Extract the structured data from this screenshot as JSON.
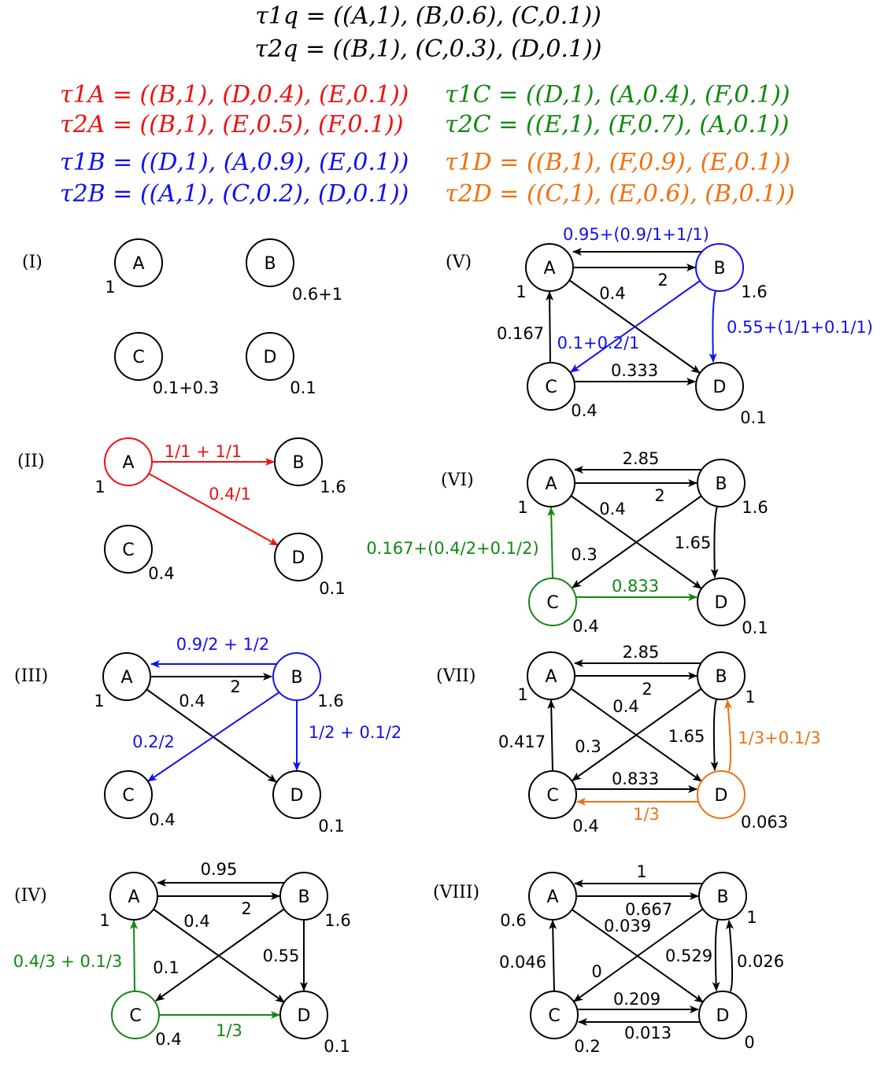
{
  "colors": {
    "black": "#000000",
    "A": "#ee1111",
    "B": "#1111ee",
    "C": "#118811",
    "D": "#f07010"
  },
  "header": {
    "q1": "τ1q = ((A,1), (B,0.6), (C,0.1))",
    "q2": "τ2q = ((B,1), (C,0.3), (D,0.1))"
  },
  "lists": {
    "A1": "τ1A = ((B,1), (D,0.4), (E,0.1))",
    "A2": "τ2A = ((B,1), (E,0.5), (F,0.1))",
    "B1": "τ1B = ((D,1), (A,0.9), (E,0.1))",
    "B2": "τ2B = ((A,1), (C,0.2), (D,0.1))",
    "C1": "τ1C = ((D,1), (A,0.4), (F,0.1))",
    "C2": "τ2C = ((E,1), (F,0.7), (A,0.1))",
    "D1": "τ1D = ((B,1), (F,0.9), (E,0.1))",
    "D2": "τ2D = ((C,1), (E,0.6), (B,0.1))"
  },
  "steps": {
    "s1": "(I)",
    "s2": "(II)",
    "s3": "(III)",
    "s4": "(IV)",
    "s5": "(V)",
    "s6": "(VI)",
    "s7": "(VII)",
    "s8": "(VIII)"
  },
  "node_names": {
    "A": "A",
    "B": "B",
    "C": "C",
    "D": "D"
  },
  "p1": {
    "wA": "1",
    "wB": "0.6+1",
    "wC": "0.1+0.3",
    "wD": "0.1"
  },
  "p2": {
    "wA": "1",
    "wB": "1.6",
    "wC": "0.4",
    "wD": "0.1",
    "eAB": "1/1 + 1/1",
    "eAD": "0.4/1"
  },
  "p3": {
    "wA": "1",
    "wB": "1.6",
    "wC": "0.4",
    "wD": "0.1",
    "eBA": "0.9/2 + 1/2",
    "eAB": "2",
    "eAD": "0.4",
    "eBC": "0.2/2",
    "eBD": "1/2 + 0.1/2"
  },
  "p4": {
    "wA": "1",
    "wB": "1.6",
    "wC": "0.4",
    "wD": "0.1",
    "eBA": "0.95",
    "eAB": "2",
    "eAD": "0.4",
    "eBC": "0.1",
    "eBD": "0.55",
    "eCA": "0.4/3 + 0.1/3",
    "eCD": "1/3"
  },
  "p5": {
    "wA": "1",
    "wB": "1.6",
    "wC": "0.4",
    "wD": "0.1",
    "eBA": "0.95+(0.9/1+1/1)",
    "eAB": "2",
    "eAD": "0.4",
    "eCA": "0.167",
    "eBC": "0.1+0.2/1",
    "eBD": "0.55+(1/1+0.1/1)",
    "eCD": "0.333"
  },
  "p6": {
    "wA": "1",
    "wB": "1.6",
    "wC": "0.4",
    "wD": "0.1",
    "eBA": "2.85",
    "eAB": "2",
    "eAD": "0.4",
    "eBC": "0.3",
    "eBD": "1.65",
    "eCA": "0.167+(0.4/2+0.1/2)",
    "eCD": "0.833"
  },
  "p7": {
    "wA": "1",
    "wB": "1",
    "wC": "0.4",
    "wD": "0.063",
    "eBA": "2.85",
    "eAB": "2",
    "eAD": "0.4",
    "eCA": "0.417",
    "eBC": "0.3",
    "eBD": "1.65",
    "eDB": "1/3+0.1/3",
    "eCD": "0.833",
    "eDC": "1/3"
  },
  "p8": {
    "wA": "0.6",
    "wB": "1",
    "wC": "0.2",
    "wD": "0",
    "eBA": "1",
    "eAB": "0.667",
    "eAD": "0.039",
    "eCA": "0.046",
    "eBC": "0",
    "eBD": "0.529",
    "eDB": "0.026",
    "eCD": "0.209",
    "eDC": "0.013"
  }
}
